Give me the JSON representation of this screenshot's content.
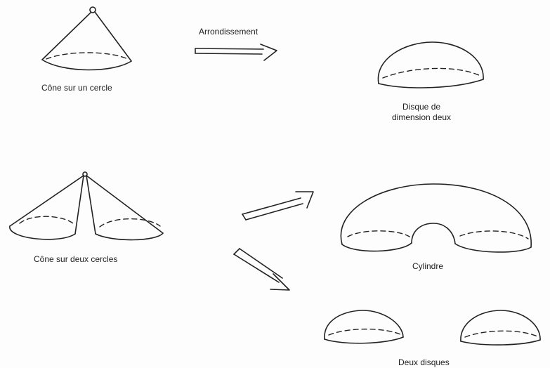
{
  "labels": {
    "arrow_top": "Arrondissement",
    "cone_one_circle": "Cône sur un cercle",
    "disk_line1": "Disque de",
    "disk_line2": "dimension deux",
    "cone_two_circles": "Cône sur deux cercles",
    "cylinder": "Cylindre",
    "two_disks": "Deux disques"
  },
  "colors": {
    "ink": "#222222",
    "paper": "#fdfdfd"
  }
}
